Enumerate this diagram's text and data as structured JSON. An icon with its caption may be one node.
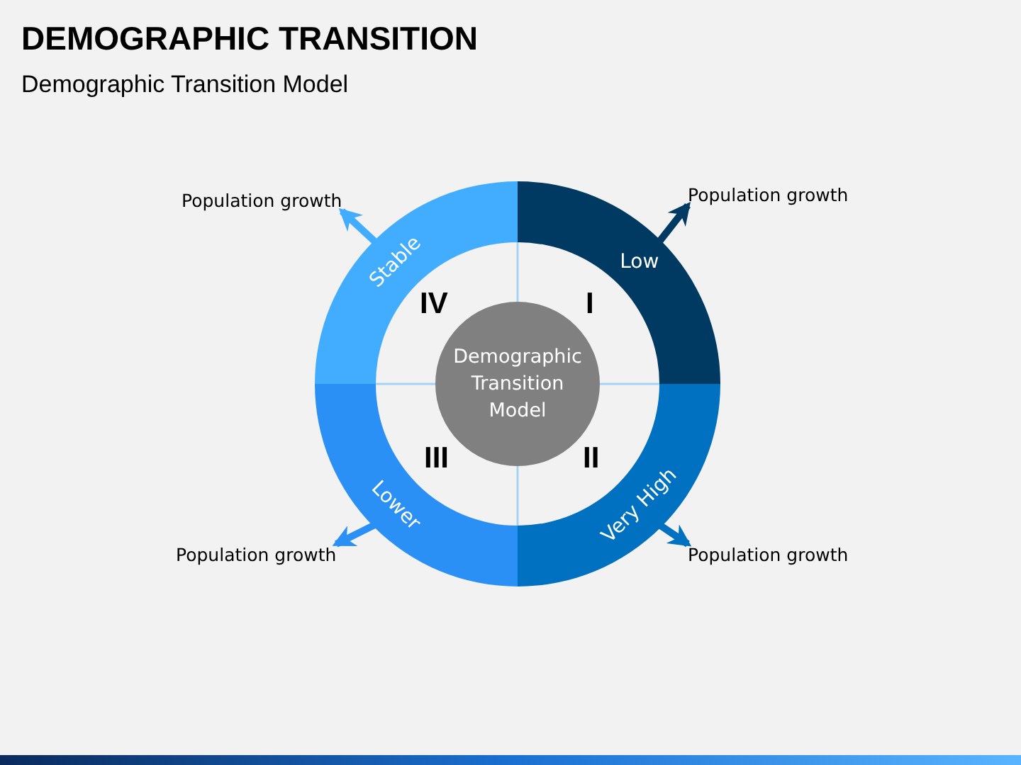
{
  "diagram": {
    "title": "DEMOGRAPHIC TRANSITION",
    "nodes": [
      {
        "text": [
          "Demographic Transition Model"
        ]
      },
      {
        "text": [
          "Stable"
        ]
      },
      {
        "text": [
          "Low"
        ]
      },
      {
        "text": [
          "Lower"
        ]
      },
      {
        "text": [
          "Very High"
        ]
      },
      {
        "text": [
          "Population growth"
        ]
      },
      {
        "text": [
          "Population growth"
        ]
      },
      {
        "text": [
          "Population growth"
        ]
      },
      {
        "text": [
          "Population growth"
        ]
      }
    ],
    "edges": [
      {
        "from": 1,
        "to": 5,
        "arrow": "to",
        "color": "#42adff"
      },
      {
        "from": 2,
        "to": 6,
        "arrow": "to",
        "color": "#003a63"
      },
      {
        "from": 3,
        "to": 7,
        "arrow": "to",
        "color": "#2b90f5"
      },
      {
        "from": 4,
        "to": 8,
        "arrow": "to",
        "color": "#0070c0"
      }
    ],
    "labels": [
      "Demographic Transition Model",
      "IV",
      "I",
      "III",
      "II"
    ]
  }
}
